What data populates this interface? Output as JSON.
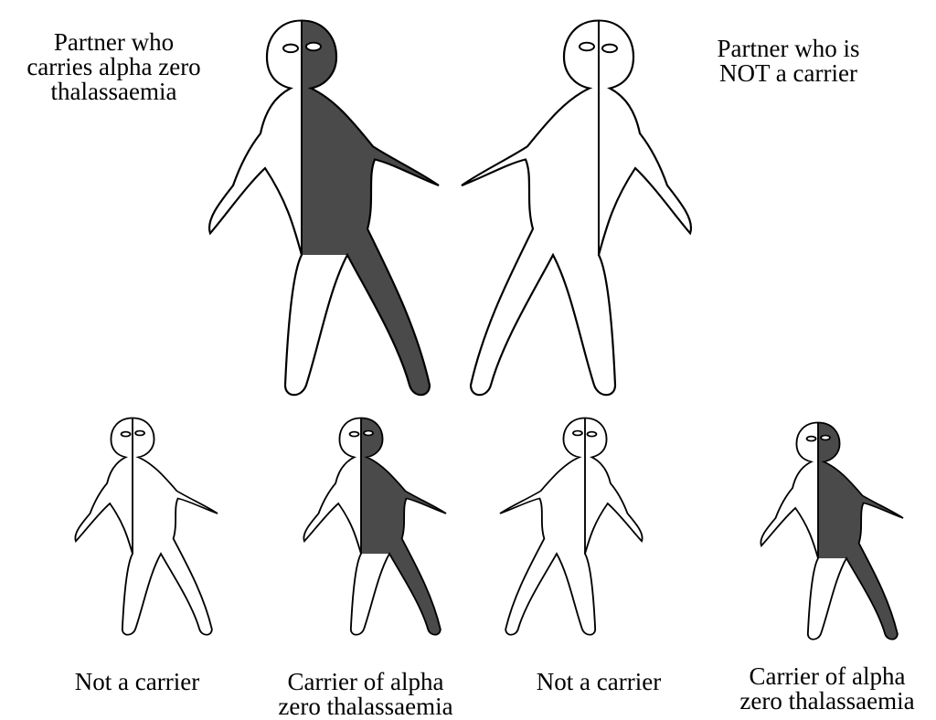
{
  "parents": {
    "left_label": "Partner who\ncarries alpha zero\nthalassaemia",
    "right_label": "Partner who is\nNOT a carrier"
  },
  "children": [
    {
      "label": "Not a carrier",
      "status": "not-carrier"
    },
    {
      "label": "Carrier of alpha\nzero thalassaemia",
      "status": "carrier"
    },
    {
      "label": "Not a carrier",
      "status": "not-carrier"
    },
    {
      "label": "Carrier of alpha\nzero thalassaemia",
      "status": "carrier"
    }
  ],
  "colors": {
    "carrier_fill": "#4a4a4a",
    "outline": "#000000",
    "background": "#ffffff"
  }
}
